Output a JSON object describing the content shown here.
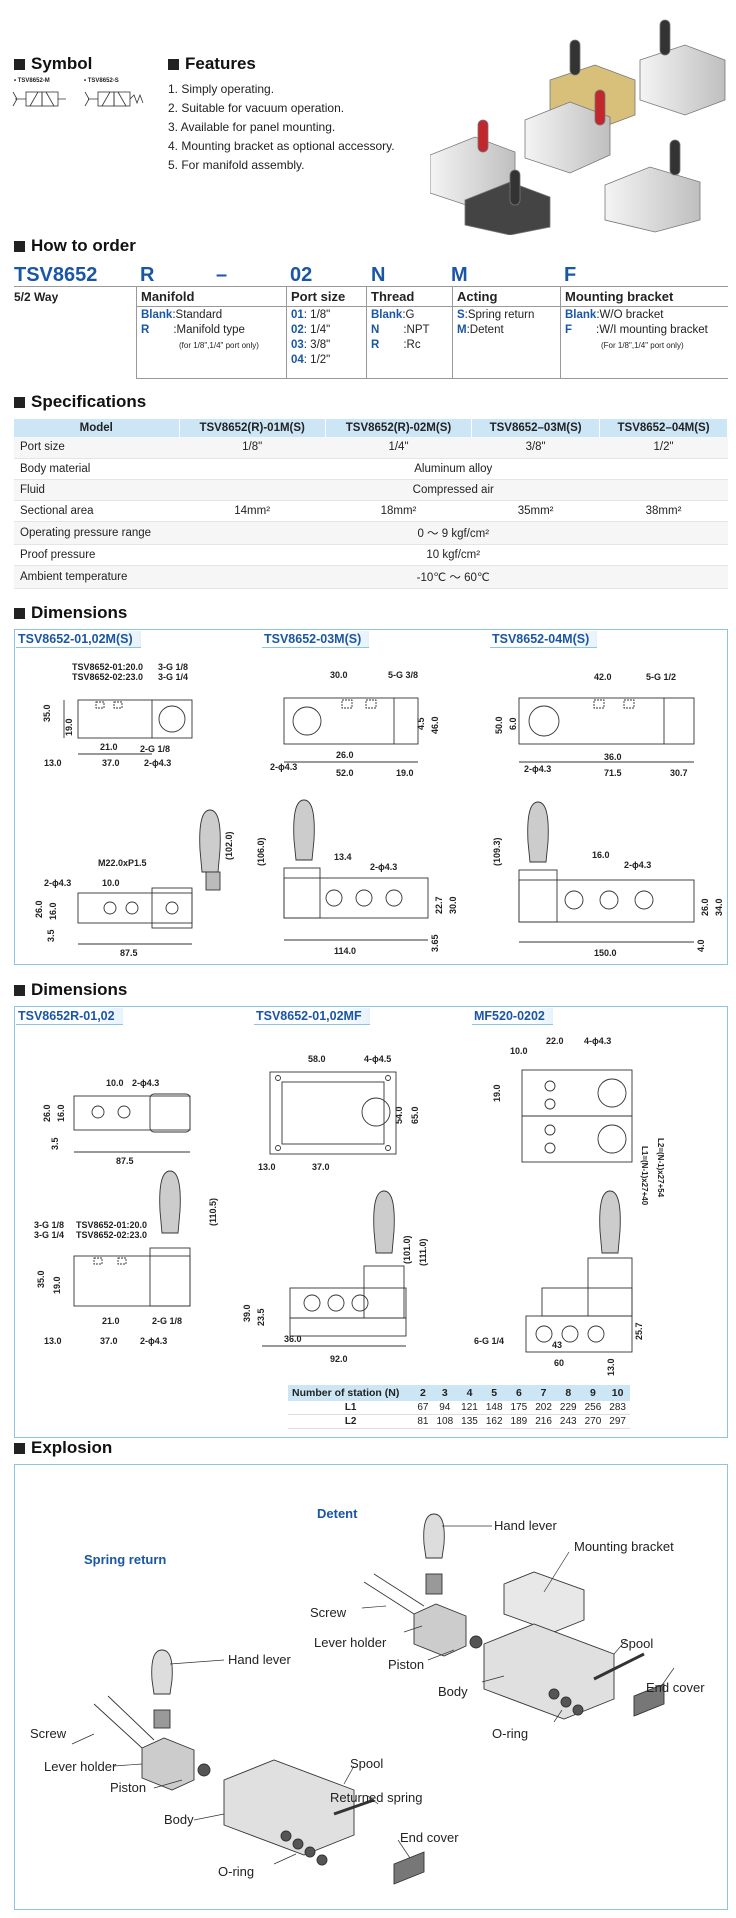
{
  "symbol": {
    "title": "Symbol",
    "m_label": "• TSV8652-M",
    "s_label": "• TSV8652-S"
  },
  "features": {
    "title": "Features",
    "items": [
      "1. Simply operating.",
      "2. Suitable for vacuum operation.",
      "3. Available for panel mounting.",
      "4. Mounting bracket as optional accessory.",
      "5. For manifold assembly."
    ]
  },
  "how_to_order": {
    "title": "How to order",
    "codes": [
      "TSV8652",
      "R",
      "–",
      "02",
      "N",
      "M",
      "F"
    ],
    "way": "5/2 Way",
    "columns": [
      {
        "header": "Manifold",
        "rows": [
          [
            "Blank",
            ":Standard"
          ],
          [
            "R",
            ":Manifold type"
          ]
        ],
        "note": "(for 1/8\",1/4\" port only)"
      },
      {
        "header": "Port size",
        "rows": [
          [
            "01",
            ": 1/8\""
          ],
          [
            "02",
            ": 1/4\""
          ],
          [
            "03",
            ": 3/8\""
          ],
          [
            "04",
            ": 1/2\""
          ]
        ],
        "note": ""
      },
      {
        "header": "Thread",
        "rows": [
          [
            "Blank",
            ":G"
          ],
          [
            "N",
            ":NPT"
          ],
          [
            "R",
            ":Rc"
          ]
        ],
        "note": ""
      },
      {
        "header": "Acting",
        "rows": [
          [
            "S",
            ":Spring return"
          ],
          [
            "M",
            ":Detent"
          ]
        ],
        "note": ""
      },
      {
        "header": "Mounting bracket",
        "rows": [
          [
            "Blank",
            ":W/O bracket"
          ],
          [
            "F",
            ":W/I mounting bracket"
          ]
        ],
        "note": "(For 1/8\",1/4\" port only)"
      }
    ]
  },
  "specifications": {
    "title": "Specifications",
    "headers": [
      "Model",
      "TSV8652(R)-01M(S)",
      "TSV8652(R)-02M(S)",
      "TSV8652–03M(S)",
      "TSV8652–04M(S)"
    ],
    "port_size": {
      "label": "Port size",
      "values": [
        "1/8\"",
        "1/4\"",
        "3/8\"",
        "1/2\""
      ]
    },
    "body_material": {
      "label": "Body material",
      "value": "Aluminum alloy"
    },
    "fluid": {
      "label": "Fluid",
      "value": "Compressed air"
    },
    "sectional_area": {
      "label": "Sectional area",
      "values": [
        "14mm²",
        "18mm²",
        "35mm²",
        "38mm²"
      ]
    },
    "operating_pressure": {
      "label": "Operating pressure range",
      "value": "0 ～ 9 kgf/cm²"
    },
    "proof_pressure": {
      "label": "Proof pressure",
      "value": "10 kgf/cm²"
    },
    "ambient_temperature": {
      "label": "Ambient temperature",
      "value": "-10℃ ～ 60℃"
    }
  },
  "dimensions1": {
    "title": "Dimensions",
    "labels": [
      "TSV8652-01,02M(S)",
      "TSV8652-03M(S)",
      "TSV8652-04M(S)"
    ],
    "d1": {
      "t1": "TSV8652-01:20.0",
      "t2": "TSV8652-02:23.0",
      "g1": "3-G 1/8",
      "g2": "3-G 1/4",
      "g3": "2-G 1/8",
      "h1": "2-ϕ4.3",
      "v1": "35.0",
      "v2": "19.0",
      "w1": "13.0",
      "w2": "37.0",
      "w3": "21.0",
      "m": "M22.0xP1.5",
      "h2": "2-ϕ4.3",
      "w4": "10.0",
      "v3": "(102.0)",
      "v4": "26.0",
      "v5": "16.0",
      "v6": "3.5",
      "w5": "87.5"
    },
    "d2": {
      "w1": "30.0",
      "g1": "5-G 3/8",
      "v1": "4.5",
      "v2": "46.0",
      "h1": "2-ϕ4.3",
      "w2": "26.0",
      "w3": "52.0",
      "w4": "19.0",
      "v3": "(106.0)",
      "w5": "13.4",
      "h2": "2-ϕ4.3",
      "v4": "22.7",
      "v5": "30.0",
      "v6": "3.65",
      "w6": "114.0"
    },
    "d3": {
      "w1": "42.0",
      "g1": "5-G 1/2",
      "v1": "50.0",
      "v2": "6.0",
      "h1": "2-ϕ4.3",
      "w2": "36.0",
      "w3": "71.5",
      "w4": "30.7",
      "v3": "(109.3)",
      "w5": "16.0",
      "h2": "2-ϕ4.3",
      "v4": "26.0",
      "v5": "34.0",
      "v6": "4.0",
      "w6": "150.0"
    }
  },
  "dimensions2": {
    "title": "Dimensions",
    "labels": [
      "TSV8652R-01,02",
      "TSV8652-01,02MF",
      "MF520-0202"
    ],
    "e1": {
      "w1": "10.0",
      "h1": "2-ϕ4.3",
      "v1": "26.0",
      "v2": "16.0",
      "v3": "3.5",
      "w2": "87.5",
      "g1": "3-G 1/8",
      "g2": "3-G 1/4",
      "t1": "TSV8652-01:20.0",
      "t2": "TSV8652-02:23.0",
      "v4": "(110.5)",
      "v5": "35.0",
      "v6": "19.0",
      "w3": "21.0",
      "g3": "2-G 1/8",
      "w4": "13.0",
      "w5": "37.0",
      "h2": "2-ϕ4.3"
    },
    "e2": {
      "w1": "58.0",
      "h1": "4-ϕ4.5",
      "v1": "54.0",
      "v2": "65.0",
      "w2": "13.0",
      "w3": "37.0",
      "v3": "(101.0)",
      "v4": "(111.0)",
      "v5": "39.0",
      "v6": "23.5",
      "w4": "36.0",
      "w5": "92.0"
    },
    "e3": {
      "w1": "22.0",
      "w2": "10.0",
      "h1": "4-ϕ4.3",
      "v1": "19.0",
      "v2": "L1=(N-1)x27+40",
      "v3": "L2=(N-1)x27+54",
      "g1": "6-G 1/4",
      "v4": "25.7",
      "w3": "43",
      "w4": "60",
      "v5": "13.0"
    },
    "stations": {
      "header": "Number of station (N)",
      "n": [
        "2",
        "3",
        "4",
        "5",
        "6",
        "7",
        "8",
        "9",
        "10"
      ],
      "l1_label": "L1",
      "l1": [
        "67",
        "94",
        "121",
        "148",
        "175",
        "202",
        "229",
        "256",
        "283"
      ],
      "l2_label": "L2",
      "l2": [
        "81",
        "108",
        "135",
        "162",
        "189",
        "216",
        "243",
        "270",
        "297"
      ]
    }
  },
  "explosion": {
    "title": "Explosion",
    "detent": {
      "title": "Detent",
      "hand_lever": "Hand lever",
      "bracket": "Mounting bracket",
      "screw": "Screw",
      "lever_holder": "Lever holder",
      "piston": "Piston",
      "body": "Body",
      "spool": "Spool",
      "end_cover": "End cover",
      "oring": "O-ring"
    },
    "spring": {
      "title": "Spring return",
      "hand_lever": "Hand lever",
      "screw": "Screw",
      "lever_holder": "Lever holder",
      "piston": "Piston",
      "body": "Body",
      "spool": "Spool",
      "spring": "Returned spring",
      "end_cover": "End cover",
      "oring": "O-ring"
    }
  },
  "colors": {
    "accent": "#1a56a6",
    "header_bg": "#cde6f5",
    "box_border": "#8cc4e4"
  }
}
